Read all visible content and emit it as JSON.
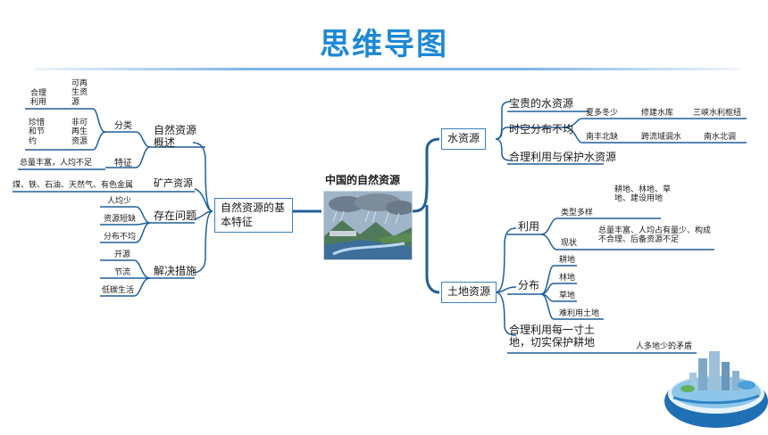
{
  "title": "思维导图",
  "center": {
    "label": "中国的自然资源"
  },
  "left": {
    "main": "自然资源的基本特征",
    "overview": {
      "label": "自然资源概述",
      "classification": "分类",
      "renewable": "可再生资源",
      "reasonable_use": "合理利用",
      "nonrenewable": "非可再生资源",
      "cherish": "珍惜和节约",
      "feature": "特征",
      "feature_text": "总量丰富，人均不足"
    },
    "mineral": {
      "label": "矿产资源",
      "text": "煤、铁、石油、天然气、有色金属"
    },
    "problems": {
      "label": "存在问题",
      "items": [
        "人均少",
        "资源短缺",
        "分布不均"
      ]
    },
    "solutions": {
      "label": "解决措施",
      "items": [
        "开源",
        "节流",
        "低碳生活"
      ]
    }
  },
  "right": {
    "water": {
      "label": "水资源",
      "precious": "宝贵的水资源",
      "distribution": "时空分布不均",
      "row1": [
        "夏多冬少",
        "修建水库",
        "三峡水利枢纽"
      ],
      "row2": [
        "南丰北缺",
        "跨流域调水",
        "南水北调"
      ],
      "protect": "合理利用与保护水资源"
    },
    "land": {
      "label": "土地资源",
      "use": "利用",
      "types": "类型多样",
      "types_text": "耕地、林地、草地、建设用地",
      "status": "现状",
      "status_text": "总量丰富、人均占有量少、构成不合理、后备资源不足",
      "distribution": "分布",
      "dist_items": [
        "耕地",
        "林地",
        "草地",
        "难利用土地"
      ],
      "protect": "合理利用每一寸土地，切实保护耕地",
      "conflict": "人多地少的矛盾"
    }
  }
}
